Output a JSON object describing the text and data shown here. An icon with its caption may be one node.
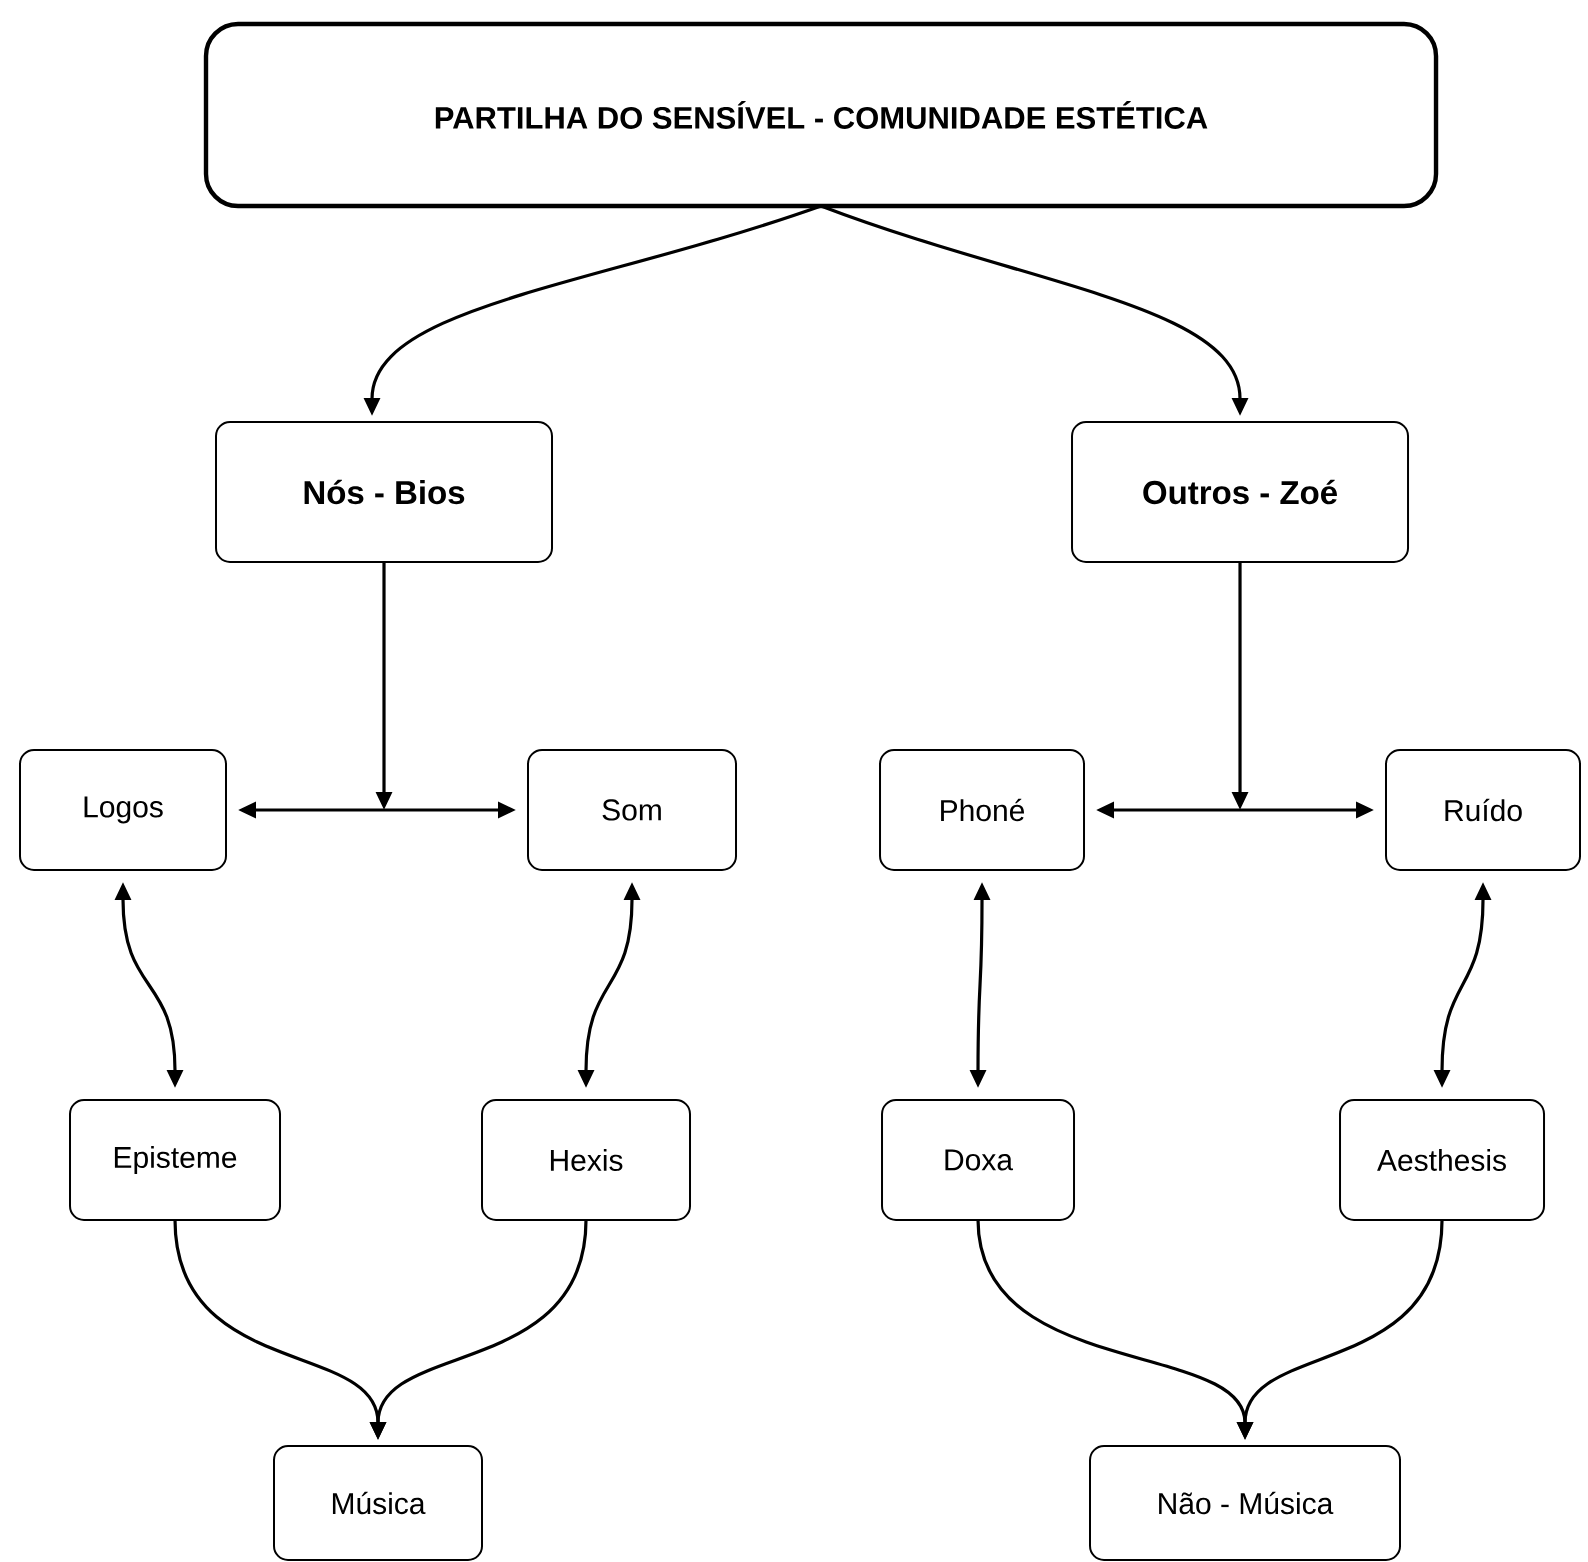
{
  "diagram": {
    "nodes": [
      {
        "text": [
          "PARTILHA DO SENSÍVEL - COMUNIDADE ESTÉTICA"
        ]
      },
      {
        "text": [
          "Nós - Bios"
        ]
      },
      {
        "text": [
          "Outros - Zoé"
        ]
      },
      {
        "text": [
          "Logos"
        ]
      },
      {
        "text": [
          "Som"
        ]
      },
      {
        "text": [
          "Phoné"
        ]
      },
      {
        "text": [
          "Ruído"
        ]
      },
      {
        "text": [
          "Episteme"
        ]
      },
      {
        "text": [
          "Hexis"
        ]
      },
      {
        "text": [
          "Doxa"
        ]
      },
      {
        "text": [
          "Aesthesis"
        ]
      },
      {
        "text": [
          "Música"
        ]
      },
      {
        "text": [
          "Não - Música"
        ]
      }
    ],
    "edges": [
      {
        "from": 0,
        "to": 1,
        "arrow": "to"
      },
      {
        "from": 0,
        "to": 2,
        "arrow": "to"
      },
      {
        "from": 1,
        "to": null,
        "arrow": "to"
      },
      {
        "from": 3,
        "to": 4,
        "arrow": "both"
      },
      {
        "from": 2,
        "to": null,
        "arrow": "to"
      },
      {
        "from": 5,
        "to": 6,
        "arrow": "both"
      },
      {
        "from": 3,
        "to": 7,
        "arrow": "both"
      },
      {
        "from": 4,
        "to": 8,
        "arrow": "both"
      },
      {
        "from": 5,
        "to": 9,
        "arrow": "both"
      },
      {
        "from": 6,
        "to": 10,
        "arrow": "both"
      },
      {
        "from": 7,
        "to": 11,
        "arrow": "to"
      },
      {
        "from": 8,
        "to": 11,
        "arrow": "to"
      },
      {
        "from": 9,
        "to": 12,
        "arrow": "to"
      },
      {
        "from": 10,
        "to": 12,
        "arrow": "to"
      }
    ]
  }
}
